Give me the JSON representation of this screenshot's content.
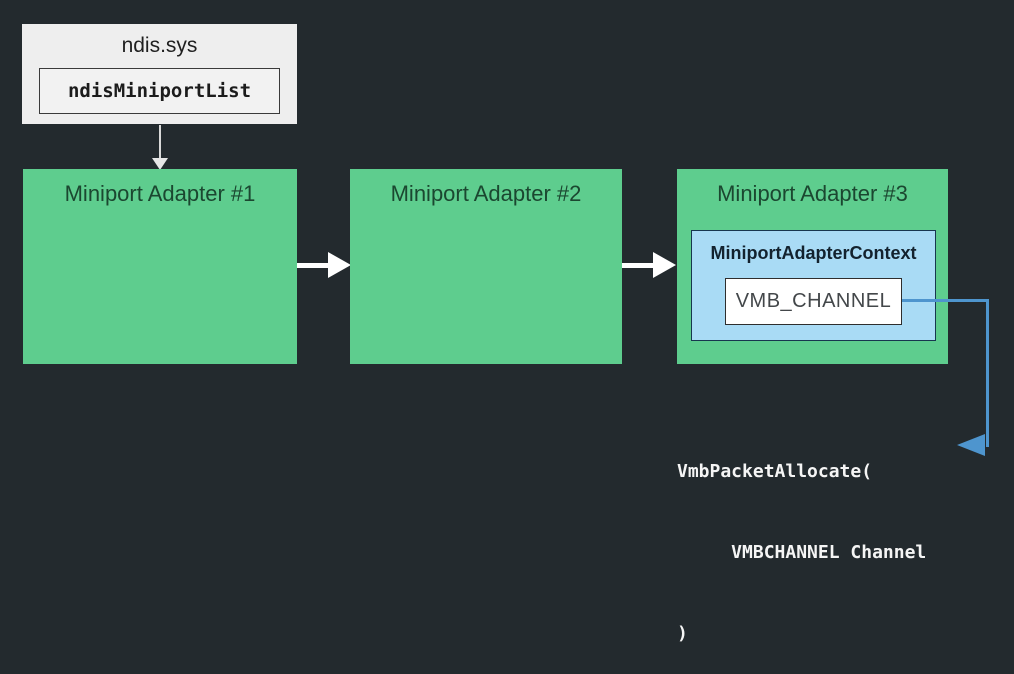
{
  "diagram": {
    "ndis_box": {
      "title": "ndis.sys",
      "field": "ndisMiniportList"
    },
    "adapters": [
      {
        "label": "Miniport Adapter #1"
      },
      {
        "label": "Miniport Adapter #2"
      },
      {
        "label": "Miniport Adapter #3"
      }
    ],
    "context_box": {
      "title": "MiniportAdapterContext",
      "field": "VMB_CHANNEL"
    },
    "code": {
      "lines": [
        "VmbPacketAllocate(",
        "     VMBCHANNEL Channel",
        ")"
      ]
    },
    "colors": {
      "background": "#232a2e",
      "panel_fill": "#eeeeee",
      "panel_field_fill": "#f2f2f2",
      "adapter_fill": "#5ecd8e",
      "adapter_text": "#1b4730",
      "context_fill": "#a9dbf5",
      "context_border": "#17364f",
      "connector_blue": "#4e95ce",
      "arrow_white": "#ffffff",
      "code_text": "#f5f5f5"
    }
  }
}
